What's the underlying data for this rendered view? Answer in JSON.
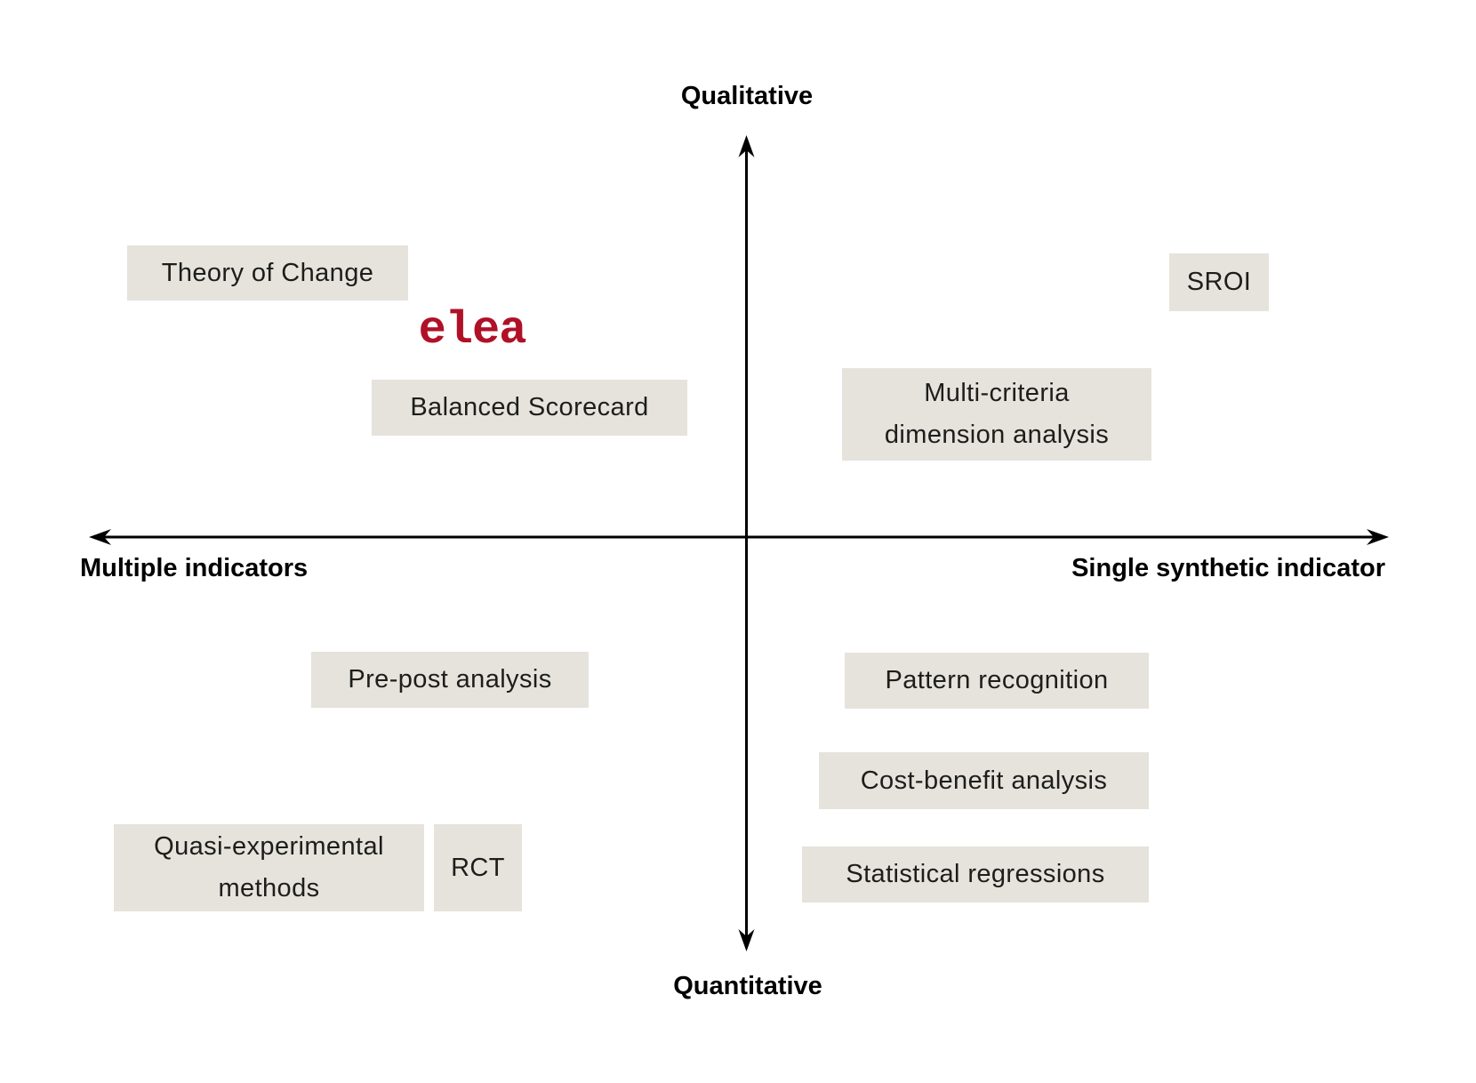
{
  "diagram": {
    "axis_labels": {
      "top": "Qualitative",
      "bottom": "Quantitative",
      "left": "Multiple indicators",
      "right": "Single synthetic indicator"
    },
    "logo": {
      "text": "elea",
      "color": "#b01127"
    },
    "nodes": {
      "theory_of_change": {
        "label": "Theory of Change"
      },
      "balanced_scorecard": {
        "label": "Balanced Scorecard"
      },
      "sroi": {
        "label": "SROI"
      },
      "multi_criteria": {
        "lines": [
          "Multi-criteria",
          "dimension analysis"
        ]
      },
      "pre_post": {
        "label": "Pre-post analysis"
      },
      "quasi_experimental": {
        "lines": [
          "Quasi-experimental",
          "methods"
        ]
      },
      "rct": {
        "label": "RCT"
      },
      "pattern_recognition": {
        "label": "Pattern recognition"
      },
      "cost_benefit": {
        "label": "Cost-benefit analysis"
      },
      "statistical_regressions": {
        "label": "Statistical regressions"
      }
    },
    "colors": {
      "background": "#ffffff",
      "node_background": "#e5e3dc",
      "node_text": "#1d1d1b",
      "axis": "#000000",
      "logo_red": "#b01127"
    }
  }
}
